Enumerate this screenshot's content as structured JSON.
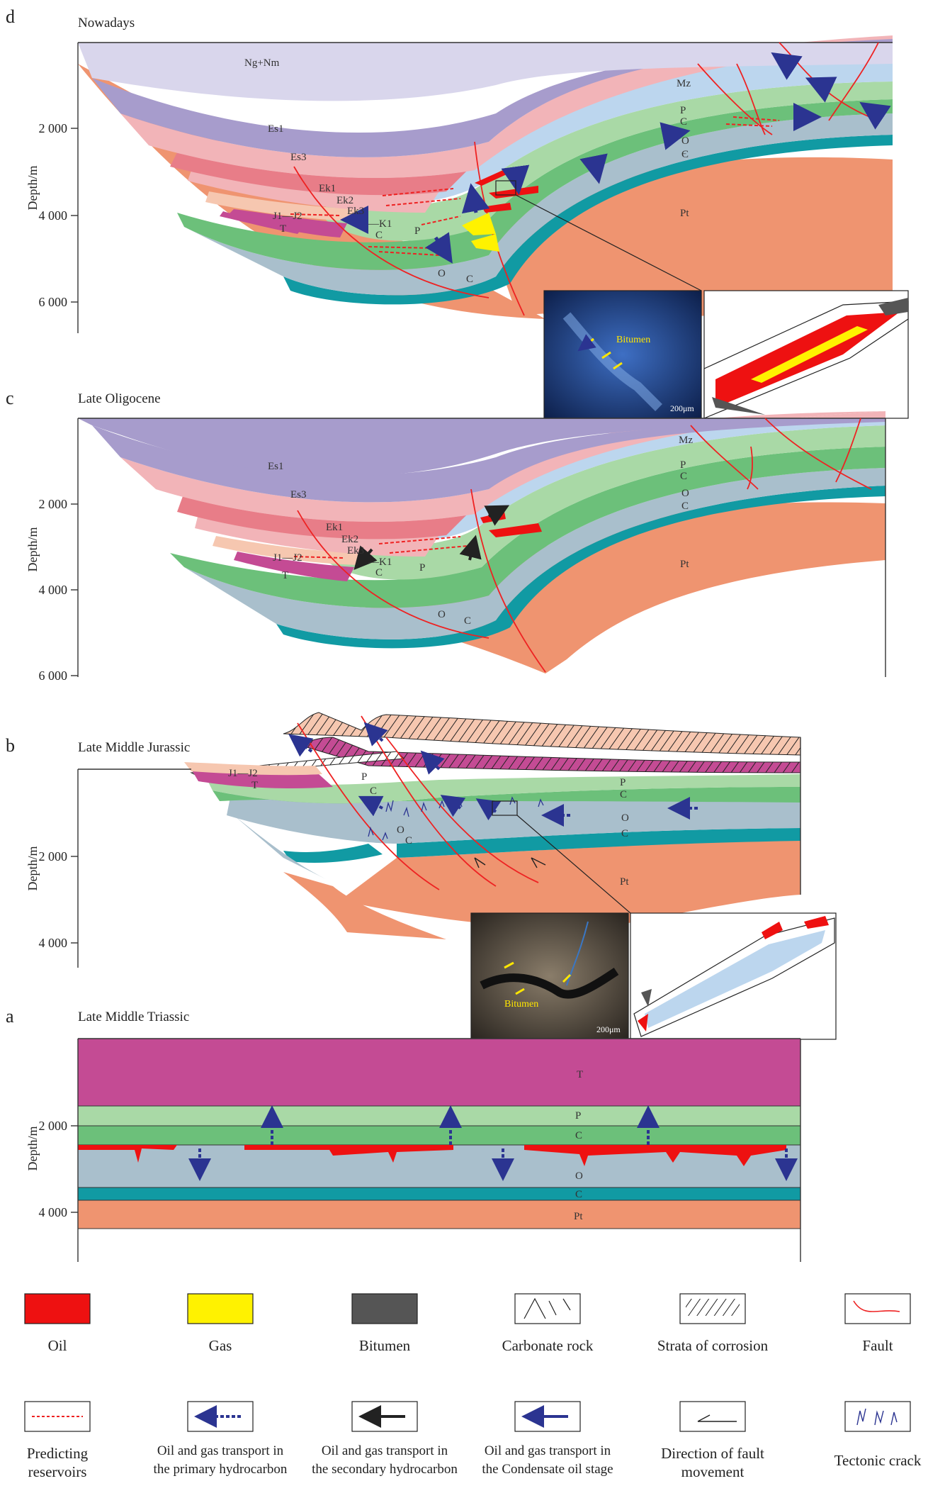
{
  "colors": {
    "background": "#ffffff",
    "oil": "#ee1111",
    "gas": "#fff200",
    "bitumen": "#555555",
    "Ng_Nm": "#d9d6ec",
    "Es1": "#a79ccc",
    "Es3": "#f2b4b8",
    "Ek": "#e87d88",
    "J": "#f6c7b0",
    "T": "#c44b94",
    "Mz": "#bcd6ee",
    "P": "#a9d9a6",
    "C": "#6cc07a",
    "O": "#a9bfcc",
    "Cambrian": "#119aa3",
    "Pt": "#ef9470",
    "fault": "#ee2222",
    "arrow_primary": "#2b3491",
    "arrow_secondary": "#222222",
    "arrow_condensate": "#2b3491"
  },
  "axis": {
    "y_title": "Depth/m"
  },
  "panels": {
    "d": {
      "letter": "d",
      "title": "Nowadays",
      "ticks": [
        "2 000",
        "4 000",
        "6 000"
      ],
      "labels": {
        "ngnm": "Ng+Nm",
        "es1": "Es1",
        "es3": "Es3",
        "ek1": "Ek1",
        "ek2": "Ek2",
        "ek3": "Ek3",
        "j": "J1—J2",
        "t": "T",
        "k": "—K1",
        "c1": "C",
        "p": "P",
        "o": "O",
        "c2": "C",
        "mz": "Mz",
        "p2": "P",
        "c3": "C",
        "o2": "O",
        "cam": "Є",
        "pt": "Pt"
      },
      "inset_text": "Bitumen",
      "scale": "200μm"
    },
    "c": {
      "letter": "c",
      "title": "Late Oligocene",
      "ticks": [
        "2 000",
        "4 000",
        "6 000"
      ],
      "labels": {
        "es1": "Es1",
        "es3": "Es3",
        "ek1": "Ek1",
        "ek2": "Ek2",
        "ek3": "Ek3",
        "j": "J1—J2",
        "t": "T",
        "k": "—K1",
        "c1": "C",
        "p": "P",
        "o": "O",
        "c2": "C",
        "mz": "Mz",
        "p2": "P",
        "c3": "C",
        "o2": "O",
        "c4": "C",
        "pt": "Pt"
      }
    },
    "b": {
      "letter": "b",
      "title": "Late Middle Jurassic",
      "ticks": [
        "2 000",
        "4 000"
      ],
      "labels": {
        "j": "J1—J2",
        "t": "T",
        "p": "P",
        "c1": "C",
        "o": "O",
        "c2": "C",
        "p2": "P",
        "c3": "C",
        "o2": "O",
        "c4": "C",
        "pt": "Pt"
      },
      "inset_text": "Bitumen",
      "scale": "200μm"
    },
    "a": {
      "letter": "a",
      "title": "Late Middle Triassic",
      "ticks": [
        "2 000",
        "4 000"
      ],
      "labels": {
        "t": "T",
        "p": "P",
        "c1": "C",
        "o": "O",
        "c2": "C",
        "pt": "Pt"
      }
    }
  },
  "legend": [
    {
      "key": "oil",
      "label": "Oil"
    },
    {
      "key": "gas",
      "label": "Gas"
    },
    {
      "key": "bitumen",
      "label": "Bitumen"
    },
    {
      "key": "carbonate",
      "label": "Carbonate rock"
    },
    {
      "key": "corrosion",
      "label": "Strata of corrosion"
    },
    {
      "key": "fault",
      "label": "Fault"
    },
    {
      "key": "predicting",
      "label": "Predicting reservoirs"
    },
    {
      "key": "primary",
      "label": "Oil and gas transport in the primary hydrocarbon"
    },
    {
      "key": "secondary",
      "label": "Oil and gas transport in the secondary hydrocarbon"
    },
    {
      "key": "condensate",
      "label": "Oil and gas transport in the Condensate oil stage"
    },
    {
      "key": "fault_move",
      "label": "Direction of fault movement"
    },
    {
      "key": "crack",
      "label": "Tectonic crack"
    }
  ]
}
